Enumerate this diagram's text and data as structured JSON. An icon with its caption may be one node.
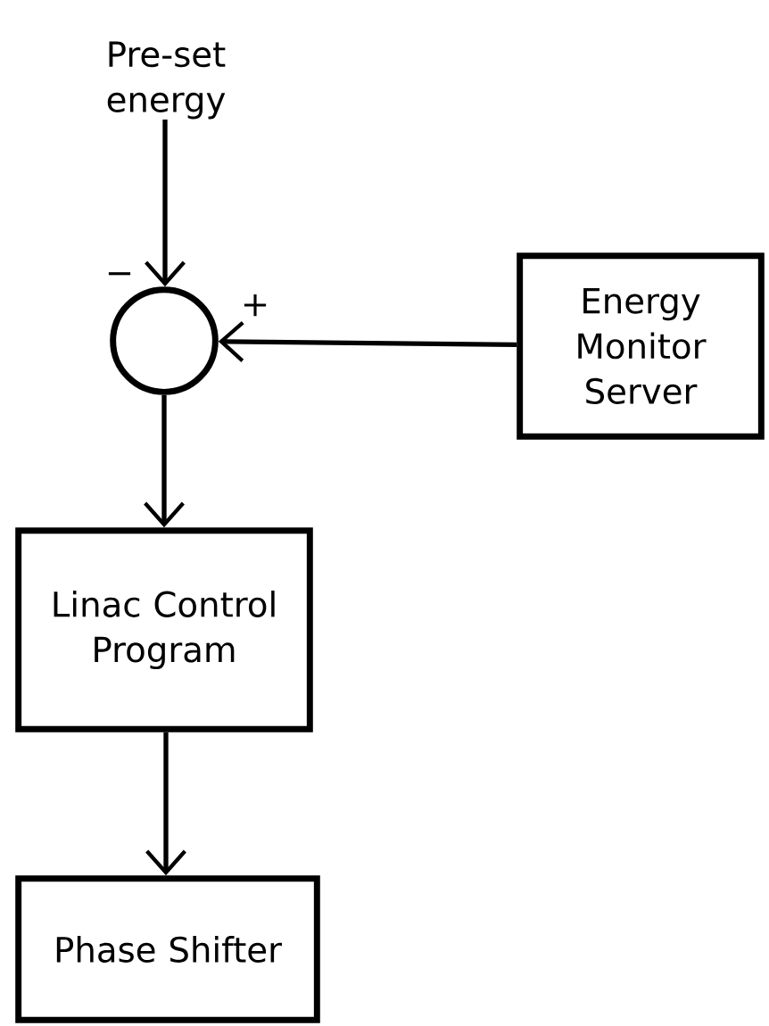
{
  "diagram": {
    "nodes": [
      {
        "text": [
          "Pre-set energy"
        ]
      },
      {
        "text": [],
        "shape": "circle"
      },
      {
        "text": [
          "Energy Monitor Server"
        ]
      },
      {
        "text": [
          "Linac Control Program"
        ]
      },
      {
        "text": [
          "Phase Shifter"
        ]
      }
    ],
    "edges": [
      {
        "from": 0,
        "to": 1,
        "arrow": "to"
      },
      {
        "from": 2,
        "to": 1,
        "arrow": "to"
      },
      {
        "from": 1,
        "to": 3,
        "arrow": "to"
      },
      {
        "from": 3,
        "to": 4,
        "arrow": "to"
      }
    ],
    "labels": [
      "−",
      "+"
    ]
  }
}
